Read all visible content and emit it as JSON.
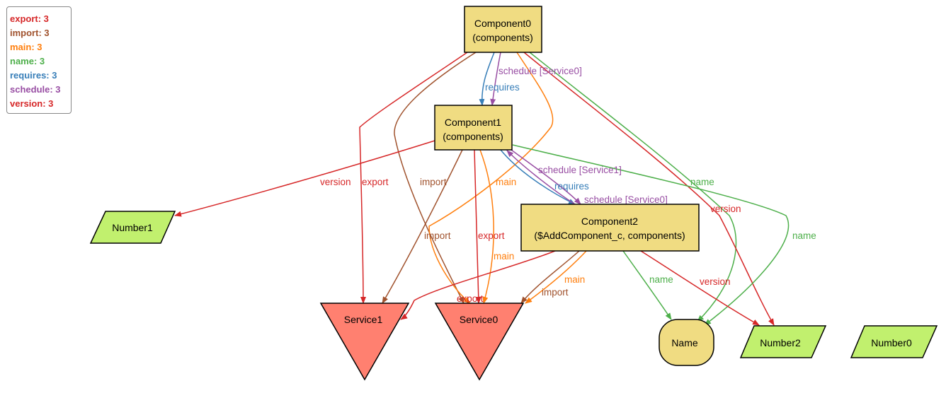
{
  "colors": {
    "export": "#d62728",
    "import": "#a0522d",
    "main": "#ff7f0e",
    "name": "#4daf4a",
    "requires": "#377eb8",
    "schedule": "#984ea3",
    "version": "#d62728",
    "component_fill": "#f0dc82",
    "service_fill": "#ff8070",
    "number_fill": "#c1f06e",
    "name_fill": "#f0dc82"
  },
  "legend": [
    {
      "key": "export",
      "label": "export: 3"
    },
    {
      "key": "import",
      "label": "import: 3"
    },
    {
      "key": "main",
      "label": "main: 3"
    },
    {
      "key": "name",
      "label": "name: 3"
    },
    {
      "key": "requires",
      "label": "requires: 3"
    },
    {
      "key": "schedule",
      "label": "schedule: 3"
    },
    {
      "key": "version",
      "label": "version: 3"
    }
  ],
  "nodes": {
    "component0": {
      "line1": "Component0",
      "line2": "(components)"
    },
    "component1": {
      "line1": "Component1",
      "line2": "(components)"
    },
    "component2": {
      "line1": "Component2",
      "line2": "($AddComponent_c, components)"
    },
    "number1": {
      "label": "Number1"
    },
    "number2": {
      "label": "Number2"
    },
    "number0": {
      "label": "Number0"
    },
    "service1": {
      "label": "Service1"
    },
    "service0": {
      "label": "Service0"
    },
    "name": {
      "label": "Name"
    }
  },
  "edges": [
    {
      "id": "c0-c1-schedule",
      "type": "schedule",
      "label": "schedule [Service0]"
    },
    {
      "id": "c0-c1-requires",
      "type": "requires",
      "label": "requires"
    },
    {
      "id": "c0-s1-export",
      "type": "export",
      "label": "export"
    },
    {
      "id": "c0-s0-import",
      "type": "import",
      "label": "import"
    },
    {
      "id": "c0-s0-main",
      "type": "main",
      "label": "main"
    },
    {
      "id": "c0-name-name",
      "type": "name",
      "label": "name"
    },
    {
      "id": "c0-n2-version",
      "type": "version",
      "label": "version"
    },
    {
      "id": "c1-n1-version",
      "type": "version",
      "label": "version"
    },
    {
      "id": "c1-s1-import",
      "type": "import",
      "label": "import"
    },
    {
      "id": "c1-s0-export",
      "type": "export",
      "label": "export"
    },
    {
      "id": "c1-s0-main",
      "type": "main",
      "label": "main"
    },
    {
      "id": "c1-name-name",
      "type": "name",
      "label": "name"
    },
    {
      "id": "c1-c2-requires",
      "type": "requires",
      "label": "requires"
    },
    {
      "id": "c2-c1-schedule",
      "type": "schedule",
      "label": "schedule [Service1]"
    },
    {
      "id": "c1-c2-schedule",
      "type": "schedule",
      "label": "schedule [Service0]"
    },
    {
      "id": "c2-s1-export",
      "type": "export",
      "label": "export"
    },
    {
      "id": "c2-s0-main",
      "type": "main",
      "label": "main"
    },
    {
      "id": "c2-s0-import",
      "type": "import",
      "label": "import"
    },
    {
      "id": "c2-name-name",
      "type": "name",
      "label": "name"
    },
    {
      "id": "c2-n2-version",
      "type": "version",
      "label": "version"
    }
  ]
}
